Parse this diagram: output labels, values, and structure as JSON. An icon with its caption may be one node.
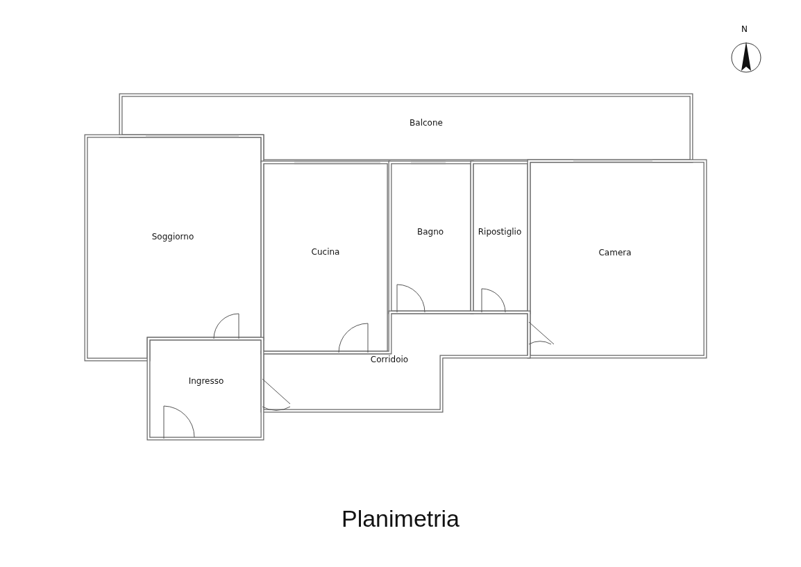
{
  "diagram": {
    "title": "Planimetria",
    "nodes": [
      {
        "text": [
          "Balcone"
        ]
      },
      {
        "text": [
          "Soggiorno"
        ]
      },
      {
        "text": [
          "Cucina"
        ]
      },
      {
        "text": [
          "Bagno"
        ]
      },
      {
        "text": [
          "Ripostiglio"
        ]
      },
      {
        "text": [
          "Camera"
        ]
      },
      {
        "text": [
          "Corridoio"
        ]
      },
      {
        "text": [
          "Ingresso"
        ]
      }
    ],
    "edges": [],
    "labels": [
      "N"
    ]
  }
}
